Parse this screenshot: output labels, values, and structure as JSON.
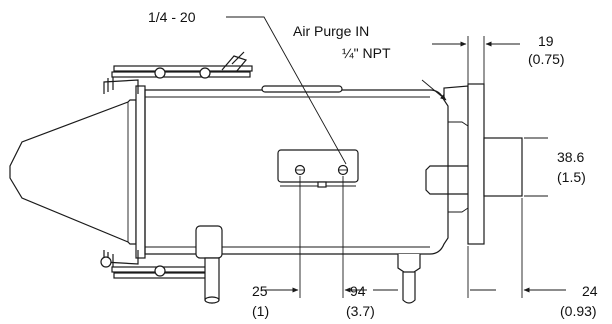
{
  "labels": {
    "thread": "1/4 - 20",
    "air_purge_line1": "Air Purge IN",
    "air_purge_line2": "¼\" NPT",
    "dim_19_mm": "19",
    "dim_19_in": "(0.75)",
    "dim_38_mm": "38.6",
    "dim_38_in": "(1.5)",
    "dim_25_mm": "25",
    "dim_25_in": "(1)",
    "dim_94_mm": "94",
    "dim_94_in": "(3.7)",
    "dim_24_mm": "24",
    "dim_24_in": "(0.93)"
  },
  "colors": {
    "line": "#1a1a1a",
    "text": "#111111",
    "background": "#ffffff"
  }
}
